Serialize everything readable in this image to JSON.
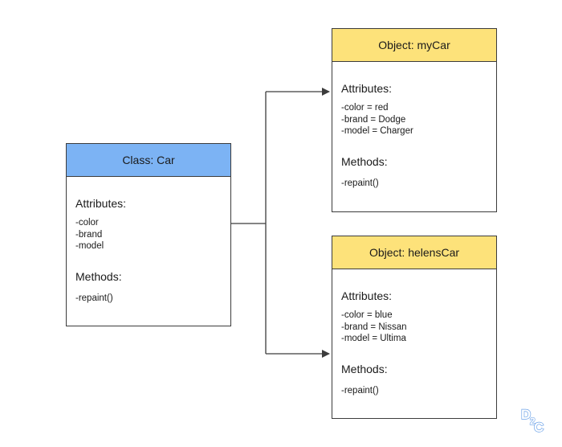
{
  "class_box": {
    "title": "Class: Car",
    "attributes_label": "Attributes:",
    "attributes": [
      "-color",
      "-brand",
      "-model"
    ],
    "methods_label": "Methods:",
    "methods": [
      "-repaint()"
    ],
    "header_color": "#7cb3f4"
  },
  "objects": [
    {
      "title": "Object: myCar",
      "attributes_label": "Attributes:",
      "attributes": [
        "-color = red",
        "-brand = Dodge",
        "-model = Charger"
      ],
      "methods_label": "Methods:",
      "methods": [
        "-repaint()"
      ],
      "header_color": "#fde27a"
    },
    {
      "title": "Object: helensCar",
      "attributes_label": "Attributes:",
      "attributes": [
        "-color = blue",
        "-brand = Nissan",
        "-model = Ultima"
      ],
      "methods_label": "Methods:",
      "methods": [
        "-repaint()"
      ],
      "header_color": "#fde27a"
    }
  ],
  "logo": {
    "icon": "d2c-logo-icon",
    "text": "D2C"
  }
}
